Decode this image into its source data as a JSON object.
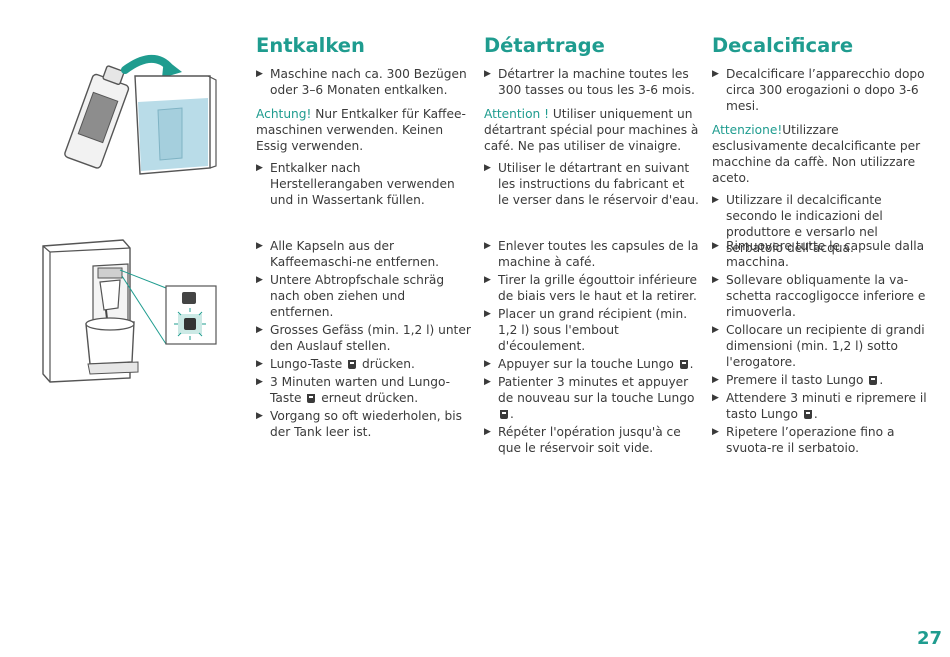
{
  "page_number": "27",
  "columns": [
    {
      "title": "Entkalken",
      "section1": [
        "Maschine nach ca. 300 Bezügen oder 3–6 Monaten entkalken."
      ],
      "warning_label": "Achtung!",
      "warning_text": " Nur Entkalker für Kaffee-maschinen verwenden. Keinen Essig verwenden.",
      "section1b": [
        "Entkalker nach Herstellerangaben verwenden und in Wassertank füllen."
      ],
      "section2": [
        {
          "a": "Alle Kapseln aus der Kaffeemaschi-ne entfernen."
        },
        {
          "a": "Untere Abtropfschale schräg nach oben ziehen und entfernen."
        },
        {
          "a": "Grosses Gefäss (min. 1,2 l) unter den Auslauf stellen."
        },
        {
          "a": "Lungo-Taste",
          "b": " drücken."
        },
        {
          "a": "3 Minuten warten und Lungo-Taste",
          "b": " erneut drücken."
        },
        {
          "a": "Vorgang so oft wiederholen, bis der Tank leer ist."
        }
      ]
    },
    {
      "title": "Détartrage",
      "section1": [
        "Détartrer la machine toutes les 300 tasses ou tous les 3-6 mois."
      ],
      "warning_label": "Attention !",
      "warning_text": " Utiliser uniquement un détartrant spécial pour machines à café. Ne pas utiliser de vinaigre.",
      "section1b": [
        "Utiliser le détartrant en suivant les instructions du fabricant et le verser dans le réservoir d'eau."
      ],
      "section2": [
        {
          "a": "Enlever toutes les capsules de la machine à café."
        },
        {
          "a": "Tirer la grille égouttoir inférieure de biais vers le haut et la retirer."
        },
        {
          "a": "Placer un grand récipient (min. 1,2 l) sous l'embout d'écoulement."
        },
        {
          "a": "Appuyer sur la touche Lungo",
          "b": "."
        },
        {
          "a": "Patienter 3 minutes et appuyer de nouveau sur la touche Lungo",
          "b": "."
        },
        {
          "a": "Répéter l'opération jusqu'à ce que le réservoir soit vide."
        }
      ]
    },
    {
      "title": "Decalcificare",
      "section1": [
        "Decalcificare l’apparecchio dopo circa 300 erogazioni o dopo 3-6 mesi."
      ],
      "warning_label": "Attenzione!",
      "warning_text": "Utilizzare esclusivamente decalcificante per macchine da caffè. Non utilizzare aceto.",
      "section1b": [
        "Utilizzare il decalcificante secondo le indicazioni del produttore e versarlo nel serbatoio dell’acqua."
      ],
      "section2": [
        {
          "a": "Rimuovere tutte le capsule dalla macchina."
        },
        {
          "a": "Sollevare obliquamente la va-schetta raccogligocce inferiore e rimuoverla."
        },
        {
          "a": "Collocare un recipiente di grandi dimensioni (min. 1,2 l) sotto l'erogatore."
        },
        {
          "a": "Premere il tasto Lungo",
          "b": "."
        },
        {
          "a": "Attendere 3 minuti e ripremere il tasto Lungo",
          "b": "."
        },
        {
          "a": "Ripetere l’operazione fino a svuota-re il serbatoio."
        }
      ]
    }
  ],
  "colors": {
    "accent": "#1f9c8f",
    "text": "#3a3a3a",
    "water": "#b9dce8"
  },
  "icons": [
    "descaler-bottle-icon",
    "water-tank-icon",
    "coffee-machine-icon",
    "lungo-button-icon",
    "pour-arrow-icon"
  ]
}
